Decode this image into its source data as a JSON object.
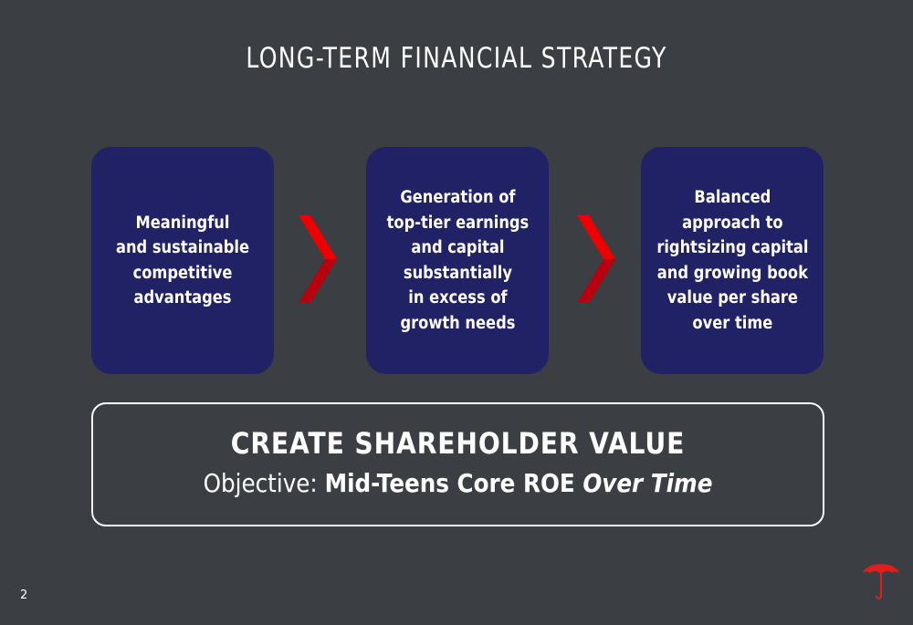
{
  "slide": {
    "title": "LONG-TERM FINANCIAL STRATEGY",
    "page_number": "2"
  },
  "steps": [
    {
      "text": "Meaningful\nand sustainable\ncompetitive\nadvantages"
    },
    {
      "text": "Generation of\ntop-tier earnings\nand capital\nsubstantially\nin excess of\ngrowth needs"
    },
    {
      "text": "Balanced\napproach to\nrightsizing capital\nand growing book\nvalue per share\nover time"
    }
  ],
  "objective": {
    "heading": "CREATE SHAREHOLDER VALUE",
    "label": "Objective: ",
    "target": "Mid-Teens Core ROE ",
    "qualifier": "Over Time"
  },
  "colors": {
    "background": "#3b3e42",
    "card": "#212165",
    "chevron_top": "#ee0000",
    "chevron_bottom": "#b8000e",
    "logo": "#e01e1e"
  },
  "icons": {
    "arrow": "chevron-right-icon",
    "logo": "umbrella-logo-icon"
  }
}
